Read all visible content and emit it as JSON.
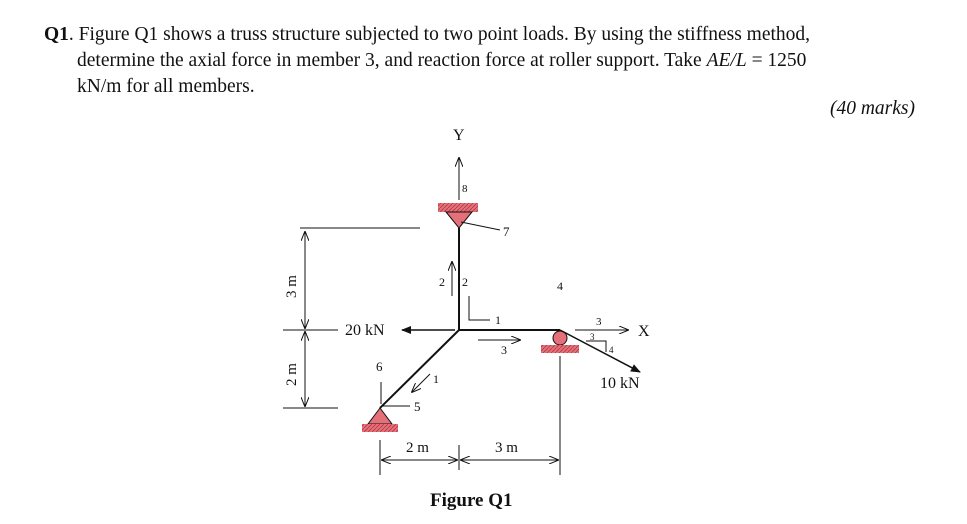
{
  "question": {
    "number": "Q1",
    "line1": "Figure Q1 shows a truss structure subjected to two point loads. By using the stiffness method,",
    "line2": "determine the axial force in member 3, and reaction force at roller support. Take ",
    "ae_over_l": "AE/L",
    "line2_tail": " = 1250",
    "line3": "kN/m for all members.",
    "marks": "(40 marks)"
  },
  "figure": {
    "axis_y": "Y",
    "axis_x": "X",
    "dim_3m": "3 m",
    "dim_2m_vertical": "2 m",
    "dim_2m_horizontal": "2 m",
    "dim_3m_horizontal": "3 m",
    "load_left": "20 kN",
    "load_right": "10 kN",
    "member_labels": [
      "1",
      "2",
      "3"
    ],
    "dof_labels": [
      "1",
      "2",
      "3",
      "4",
      "5",
      "6",
      "7",
      "8"
    ],
    "roller_dof_small": [
      "3",
      "3",
      "4"
    ],
    "caption": "Figure Q1"
  },
  "colors": {
    "support_fill": "#e6707a",
    "ink": "#111111"
  }
}
